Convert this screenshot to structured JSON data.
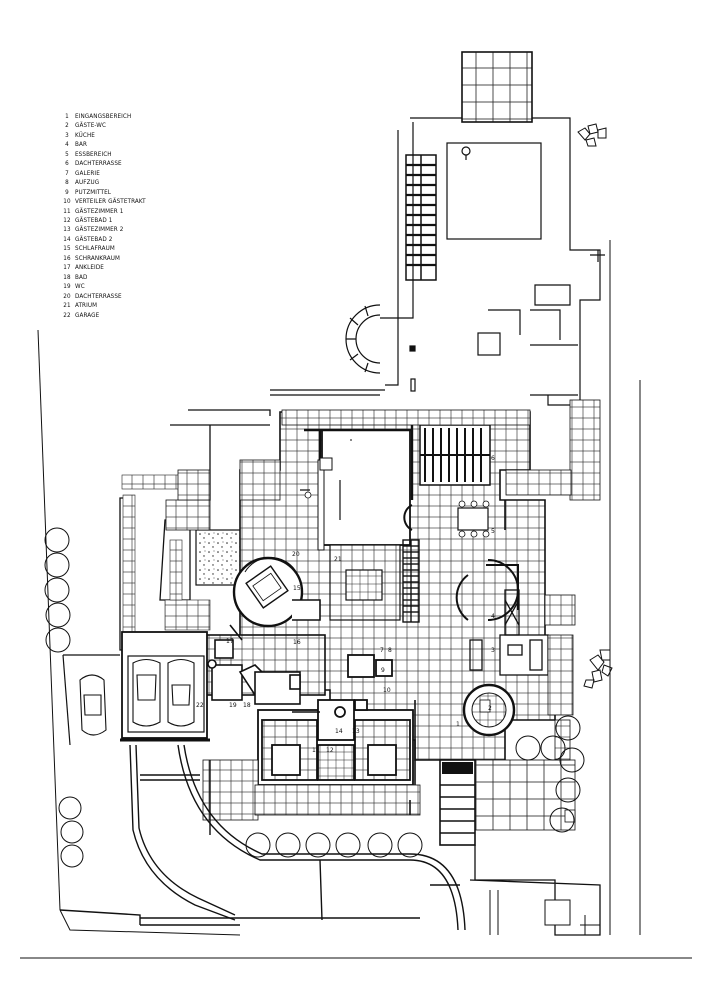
{
  "legend": [
    {
      "num": "1",
      "label": "EINGANGSBEREICH"
    },
    {
      "num": "2",
      "label": "GÄSTE-WC"
    },
    {
      "num": "3",
      "label": "KÜCHE"
    },
    {
      "num": "4",
      "label": "BAR"
    },
    {
      "num": "5",
      "label": "ESSBEREICH"
    },
    {
      "num": "6",
      "label": "DACHTERRASSE"
    },
    {
      "num": "7",
      "label": "GALERIE"
    },
    {
      "num": "8",
      "label": "AUFZUG"
    },
    {
      "num": "9",
      "label": "PUTZMITTEL"
    },
    {
      "num": "10",
      "label": "VERTEILER GÄSTETRAKT"
    },
    {
      "num": "11",
      "label": "GÄSTEZIMMER 1"
    },
    {
      "num": "12",
      "label": "GÄSTEBAD 1"
    },
    {
      "num": "13",
      "label": "GÄSTEZIMMER 2"
    },
    {
      "num": "14",
      "label": "GÄSTEBAD 2"
    },
    {
      "num": "15",
      "label": "SCHLAFRAUM"
    },
    {
      "num": "16",
      "label": "SCHRANKRAUM"
    },
    {
      "num": "17",
      "label": "ANKLEIDE"
    },
    {
      "num": "18",
      "label": "BAD"
    },
    {
      "num": "19",
      "label": "WC"
    },
    {
      "num": "20",
      "label": "DACHTERRASSE"
    },
    {
      "num": "21",
      "label": "ATRIUM"
    },
    {
      "num": "22",
      "label": "GARAGE"
    }
  ],
  "room_numbers": {
    "r1": "1",
    "r2": "2",
    "r3": "3",
    "r4": "4",
    "r5": "5",
    "r6": "6",
    "r7": "7",
    "r8": "8",
    "r9": "9",
    "r10": "10",
    "r11": "11",
    "r12": "12",
    "r13": "13",
    "r14": "14",
    "r15": "15",
    "r16": "16",
    "r17": "17",
    "r18": "18",
    "r19": "19",
    "r20": "20",
    "r21": "21",
    "r22": "22"
  }
}
